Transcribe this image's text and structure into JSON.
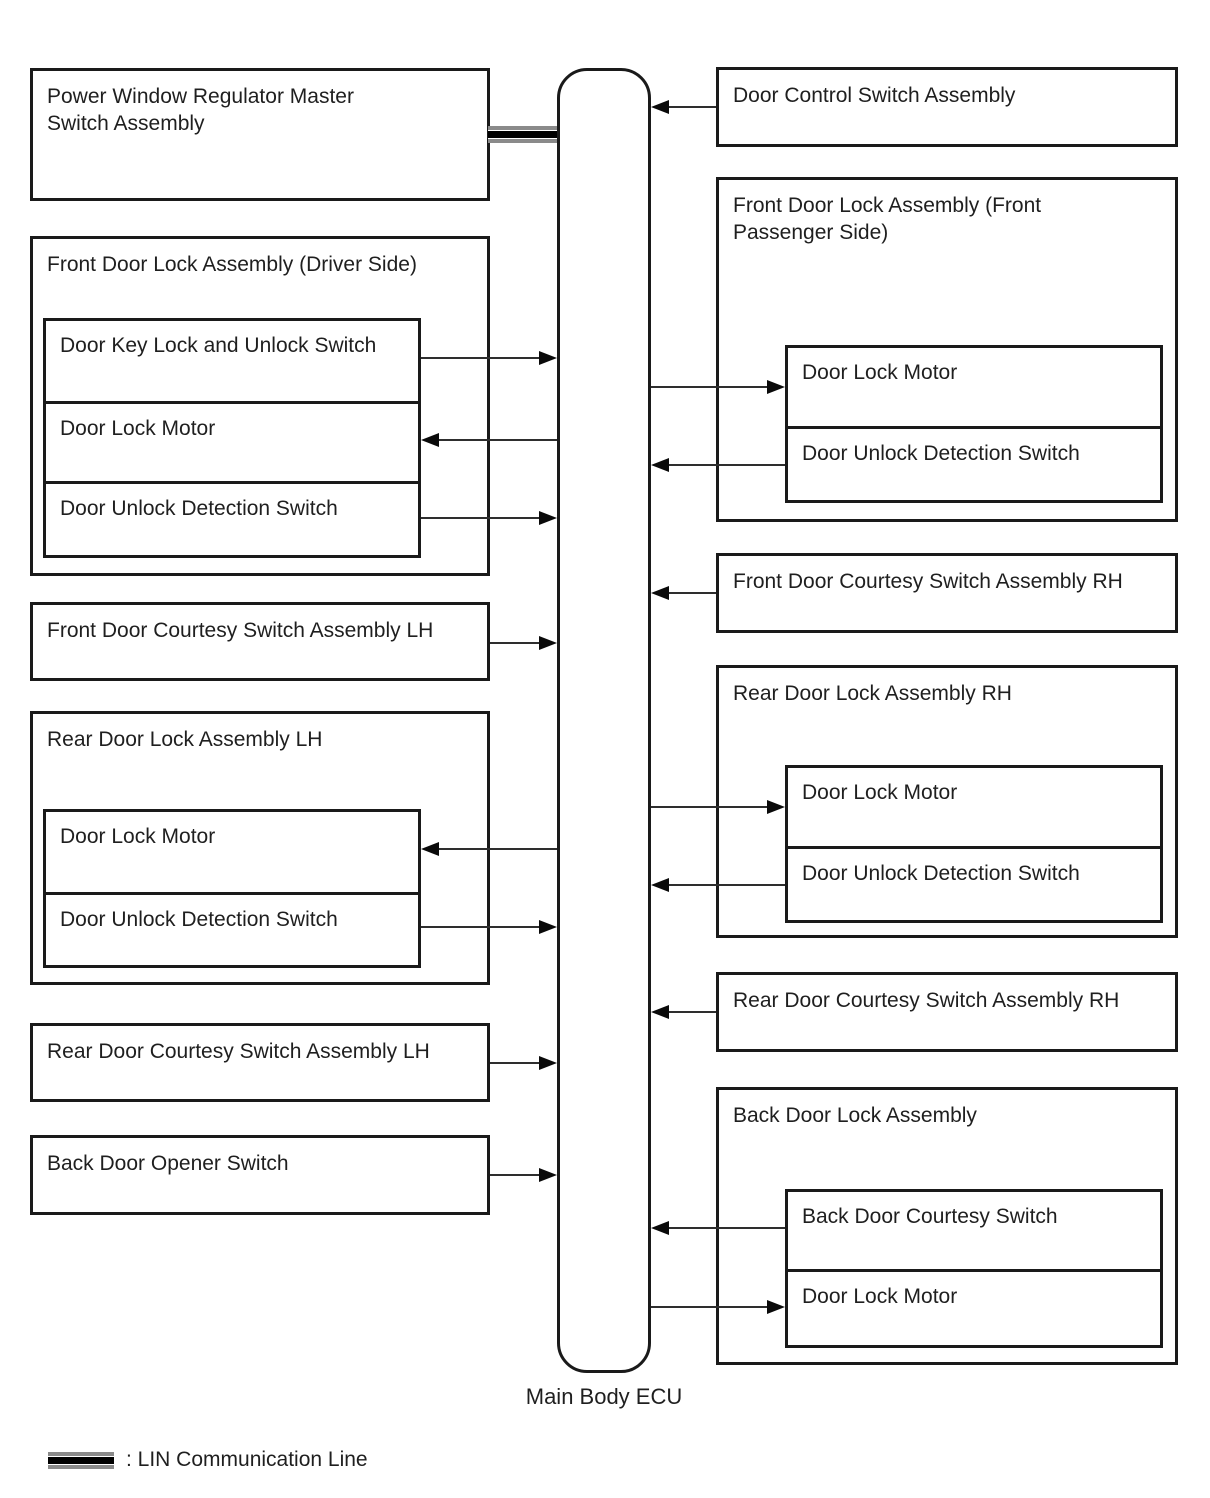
{
  "ecu": {
    "label": "Main Body ECU"
  },
  "legend": {
    "label": ": LIN Communication Line",
    "swatch": "lin-line"
  },
  "left": [
    {
      "title": "Power Window Regulator Master Switch Assembly"
    },
    {
      "title": "Front Door Lock Assembly (Driver Side)",
      "items": [
        "Door Key Lock and Unlock Switch",
        "Door Lock Motor",
        "Door Unlock Detection Switch"
      ]
    },
    {
      "title": "Front Door Courtesy Switch Assembly LH"
    },
    {
      "title": "Rear Door Lock Assembly LH",
      "items": [
        "Door Lock Motor",
        "Door Unlock Detection Switch"
      ]
    },
    {
      "title": "Rear Door Courtesy Switch Assembly LH"
    },
    {
      "title": "Back Door Opener Switch"
    }
  ],
  "right": [
    {
      "title": "Door Control Switch Assembly"
    },
    {
      "title": "Front Door Lock Assembly (Front Passenger Side)",
      "items": [
        "Door Lock Motor",
        "Door Unlock Detection Switch"
      ]
    },
    {
      "title": "Front Door Courtesy Switch Assembly RH"
    },
    {
      "title": "Rear Door Lock Assembly RH",
      "items": [
        "Door Lock Motor",
        "Door Unlock Detection Switch"
      ]
    },
    {
      "title": "Rear Door Courtesy Switch Assembly RH"
    },
    {
      "title": "Back Door Lock Assembly",
      "items": [
        "Back Door Courtesy Switch",
        "Door Lock Motor"
      ]
    }
  ],
  "connections": [
    {
      "from": "Power Window Regulator Master Switch Assembly",
      "to": "Main Body ECU",
      "type": "lin-communication-line"
    },
    {
      "from": "Door Key Lock and Unlock Switch (Driver Side)",
      "to": "Main Body ECU",
      "type": "signal"
    },
    {
      "from": "Main Body ECU",
      "to": "Door Lock Motor (Driver Side)",
      "type": "signal"
    },
    {
      "from": "Door Unlock Detection Switch (Driver Side)",
      "to": "Main Body ECU",
      "type": "signal"
    },
    {
      "from": "Front Door Courtesy Switch Assembly LH",
      "to": "Main Body ECU",
      "type": "signal"
    },
    {
      "from": "Main Body ECU",
      "to": "Door Lock Motor (Rear LH)",
      "type": "signal"
    },
    {
      "from": "Door Unlock Detection Switch (Rear LH)",
      "to": "Main Body ECU",
      "type": "signal"
    },
    {
      "from": "Rear Door Courtesy Switch Assembly LH",
      "to": "Main Body ECU",
      "type": "signal"
    },
    {
      "from": "Back Door Opener Switch",
      "to": "Main Body ECU",
      "type": "signal"
    },
    {
      "from": "Door Control Switch Assembly",
      "to": "Main Body ECU",
      "type": "signal"
    },
    {
      "from": "Main Body ECU",
      "to": "Door Lock Motor (Front Passenger Side)",
      "type": "signal"
    },
    {
      "from": "Door Unlock Detection Switch (Front Passenger Side)",
      "to": "Main Body ECU",
      "type": "signal"
    },
    {
      "from": "Front Door Courtesy Switch Assembly RH",
      "to": "Main Body ECU",
      "type": "signal"
    },
    {
      "from": "Main Body ECU",
      "to": "Door Lock Motor (Rear RH)",
      "type": "signal"
    },
    {
      "from": "Door Unlock Detection Switch (Rear RH)",
      "to": "Main Body ECU",
      "type": "signal"
    },
    {
      "from": "Rear Door Courtesy Switch Assembly RH",
      "to": "Main Body ECU",
      "type": "signal"
    },
    {
      "from": "Back Door Courtesy Switch",
      "to": "Main Body ECU",
      "type": "signal"
    },
    {
      "from": "Main Body ECU",
      "to": "Door Lock Motor (Back Door)",
      "type": "signal"
    }
  ],
  "colors": {
    "ink": "#1a1a1a",
    "text": "#1f1f1f",
    "arrow_line": "#2e2e2e",
    "lin_gray": "#8a8a8a",
    "lin_black": "#000000"
  }
}
